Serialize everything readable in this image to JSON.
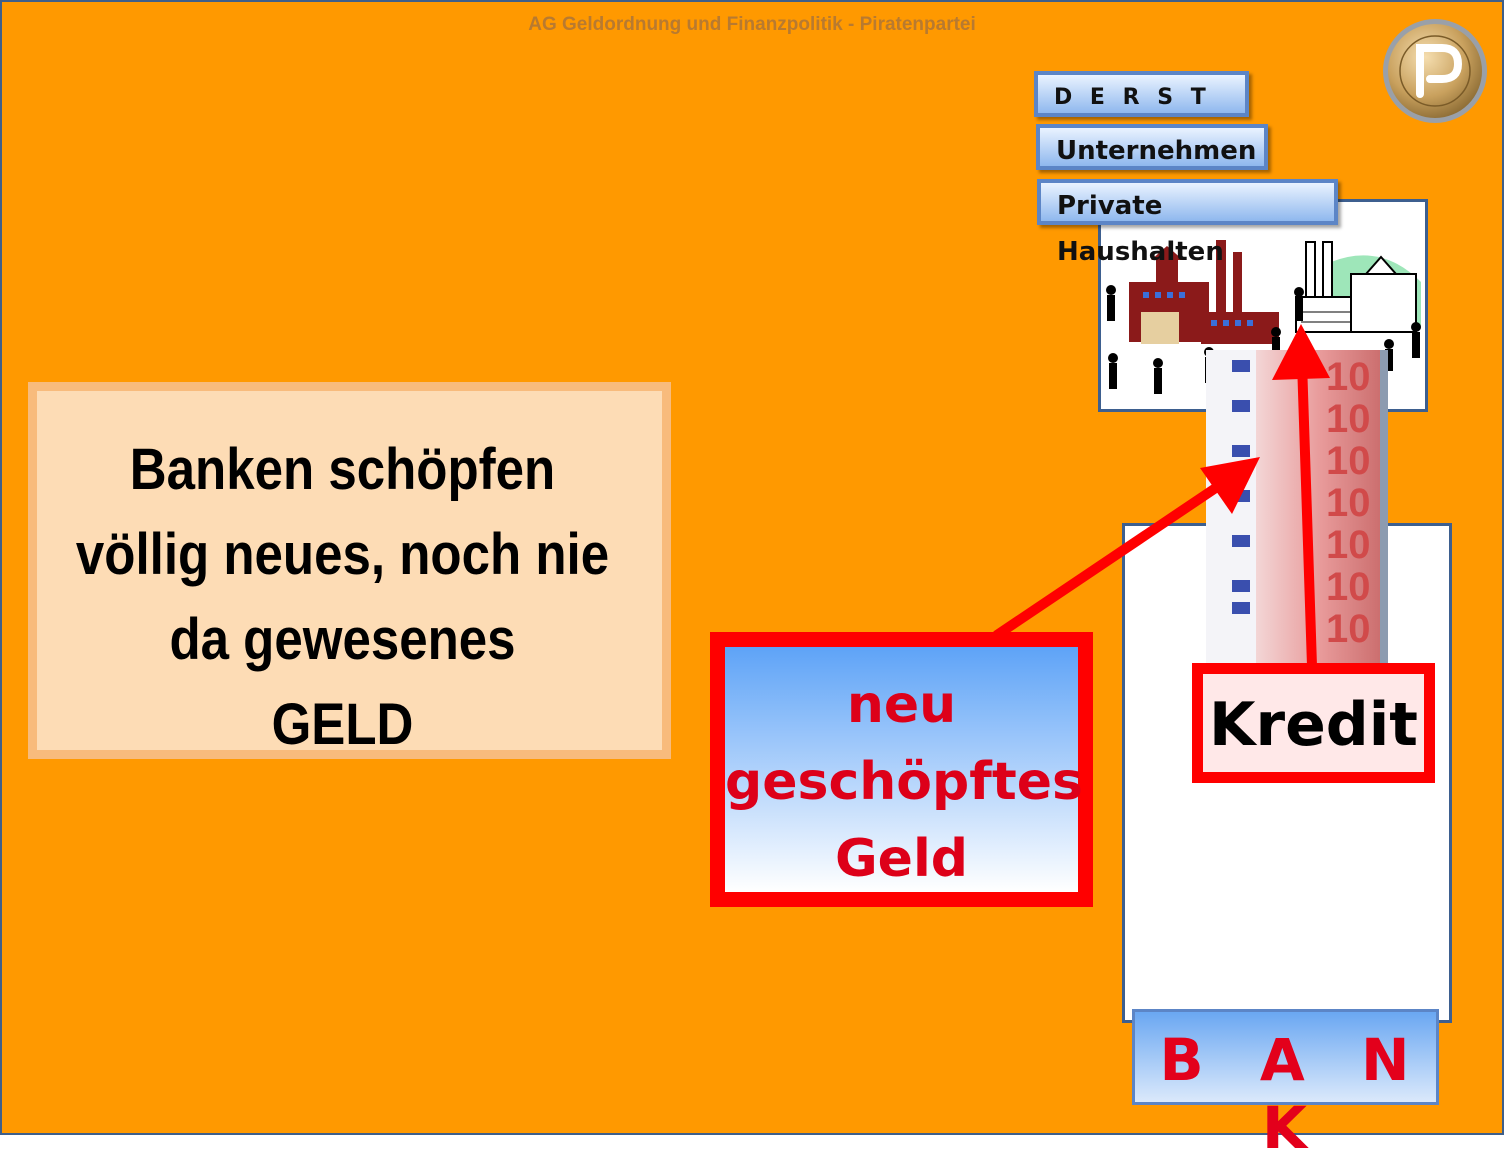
{
  "header": {
    "title": "AG Geldordnung und Finanzpolitik - Piratenpartei"
  },
  "seal": {
    "icon": "pirate-party-coin-icon"
  },
  "tabs": {
    "staat": "D E R  S T A A T",
    "unternehmen": "Unternehmen",
    "haushalte": "Private Haushalten"
  },
  "city": {
    "icon": "factory-city-icon"
  },
  "main": {
    "line1": "Banken schöpfen",
    "line2": "völlig neues, noch nie",
    "line3": "da gewesenes",
    "line4": "GELD"
  },
  "new_money": {
    "line1": "neu",
    "line2": "geschöpftes",
    "line3": "Geld"
  },
  "credit": {
    "label": "Kredit"
  },
  "bank": {
    "label": "B A N K"
  },
  "colors": {
    "background": "#FF9900",
    "accent_red": "#FF0000",
    "tab_blue": "#5C85C6"
  }
}
